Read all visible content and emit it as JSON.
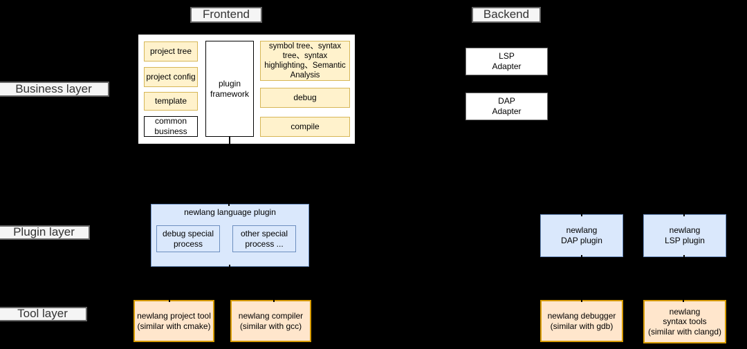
{
  "titles": {
    "frontend": "Frontend",
    "backend": "Backend"
  },
  "layer_labels": {
    "business": "Business layer",
    "plugin": "Plugin layer",
    "tool": "Tool layer"
  },
  "frontend": {
    "project_tree": "project tree",
    "project_config": "project config",
    "template": "template",
    "common_business": "common\nbusiness",
    "plugin_framework": "plugin\nframework",
    "symbol_analysis": "symbol tree、syntax\ntree、syntax\nhighlighting、Semantic\nAnalysis",
    "debug": "debug",
    "compile": "compile"
  },
  "backend": {
    "lsp_adapter": "LSP\nAdapter",
    "dap_adapter": "DAP\nAdapter"
  },
  "plugin_layer": {
    "language_plugin_title": "newlang language plugin",
    "debug_special": "debug special\nprocess",
    "other_special": "other special\nprocess ...",
    "dap_plugin": "newlang\nDAP plugin",
    "lsp_plugin": "newlang\nLSP plugin"
  },
  "tool_layer": {
    "project_tool": "newlang project tool\n(similar with cmake)",
    "compiler": "newlang compiler\n(similar with gcc)",
    "debugger": "newlang debugger\n(similar with gdb)",
    "syntax_tools": "newlang\nsyntax tools\n(similar with clangd)"
  },
  "colors": {
    "background": "#000000",
    "yellow_fill": "#FFF2CC",
    "yellow_border": "#D6B656",
    "orange_fill": "#FFE6CC",
    "orange_border": "#D79B00",
    "blue_fill": "#DAE8FC",
    "blue_border": "#6C8EBF",
    "label_fill": "#F5F5F5",
    "label_border": "#666666",
    "label_text": "#333333"
  }
}
